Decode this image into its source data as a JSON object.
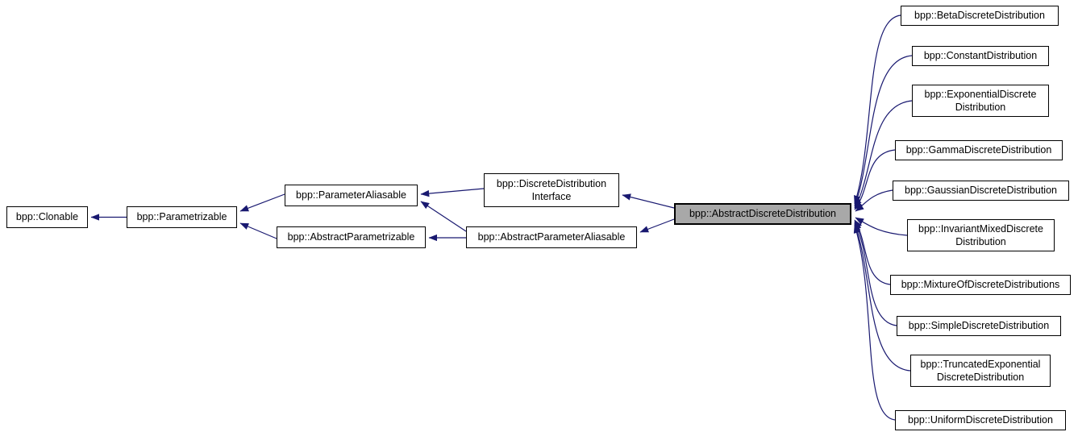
{
  "diagram": {
    "type": "class-inheritance-graph",
    "edge_color": "#191970",
    "focus_fill": "#a8a8a8",
    "focus_node": "bpp::AbstractDiscreteDistribution",
    "nodes": {
      "clonable": {
        "label": "bpp::Clonable"
      },
      "parametrizable": {
        "label": "bpp::Parametrizable"
      },
      "parameterAliasable": {
        "label": "bpp::ParameterAliasable"
      },
      "abstractParametrizable": {
        "label": "bpp::AbstractParametrizable"
      },
      "discreteDistributionInterface": {
        "label": "bpp::DiscreteDistribution Interface"
      },
      "abstractParameterAliasable": {
        "label": "bpp::AbstractParameterAliasable"
      },
      "abstractDiscreteDistribution": {
        "label": "bpp::AbstractDiscreteDistribution"
      },
      "betaDiscreteDistribution": {
        "label": "bpp::BetaDiscreteDistribution"
      },
      "constantDistribution": {
        "label": "bpp::ConstantDistribution"
      },
      "exponentialDiscreteDistribution": {
        "label": "bpp::ExponentialDiscrete Distribution"
      },
      "gammaDiscreteDistribution": {
        "label": "bpp::GammaDiscreteDistribution"
      },
      "gaussianDiscreteDistribution": {
        "label": "bpp::GaussianDiscreteDistribution"
      },
      "invariantMixedDiscreteDistribution": {
        "label": "bpp::InvariantMixedDiscrete Distribution"
      },
      "mixtureOfDiscreteDistributions": {
        "label": "bpp::MixtureOfDiscreteDistributions"
      },
      "simpleDiscreteDistribution": {
        "label": "bpp::SimpleDiscreteDistribution"
      },
      "truncatedExponentialDiscreteDistribution": {
        "label": "bpp::TruncatedExponential DiscreteDistribution"
      },
      "uniformDiscreteDistribution": {
        "label": "bpp::UniformDiscreteDistribution"
      }
    },
    "edges": [
      {
        "from": "bpp::Parametrizable",
        "to": "bpp::Clonable"
      },
      {
        "from": "bpp::ParameterAliasable",
        "to": "bpp::Parametrizable"
      },
      {
        "from": "bpp::AbstractParametrizable",
        "to": "bpp::Parametrizable"
      },
      {
        "from": "bpp::DiscreteDistributionInterface",
        "to": "bpp::ParameterAliasable"
      },
      {
        "from": "bpp::AbstractParameterAliasable",
        "to": "bpp::ParameterAliasable"
      },
      {
        "from": "bpp::AbstractParameterAliasable",
        "to": "bpp::AbstractParametrizable"
      },
      {
        "from": "bpp::AbstractDiscreteDistribution",
        "to": "bpp::DiscreteDistributionInterface"
      },
      {
        "from": "bpp::AbstractDiscreteDistribution",
        "to": "bpp::AbstractParameterAliasable"
      },
      {
        "from": "bpp::BetaDiscreteDistribution",
        "to": "bpp::AbstractDiscreteDistribution"
      },
      {
        "from": "bpp::ConstantDistribution",
        "to": "bpp::AbstractDiscreteDistribution"
      },
      {
        "from": "bpp::ExponentialDiscreteDistribution",
        "to": "bpp::AbstractDiscreteDistribution"
      },
      {
        "from": "bpp::GammaDiscreteDistribution",
        "to": "bpp::AbstractDiscreteDistribution"
      },
      {
        "from": "bpp::GaussianDiscreteDistribution",
        "to": "bpp::AbstractDiscreteDistribution"
      },
      {
        "from": "bpp::InvariantMixedDiscreteDistribution",
        "to": "bpp::AbstractDiscreteDistribution"
      },
      {
        "from": "bpp::MixtureOfDiscreteDistributions",
        "to": "bpp::AbstractDiscreteDistribution"
      },
      {
        "from": "bpp::SimpleDiscreteDistribution",
        "to": "bpp::AbstractDiscreteDistribution"
      },
      {
        "from": "bpp::TruncatedExponentialDiscreteDistribution",
        "to": "bpp::AbstractDiscreteDistribution"
      },
      {
        "from": "bpp::UniformDiscreteDistribution",
        "to": "bpp::AbstractDiscreteDistribution"
      }
    ]
  }
}
